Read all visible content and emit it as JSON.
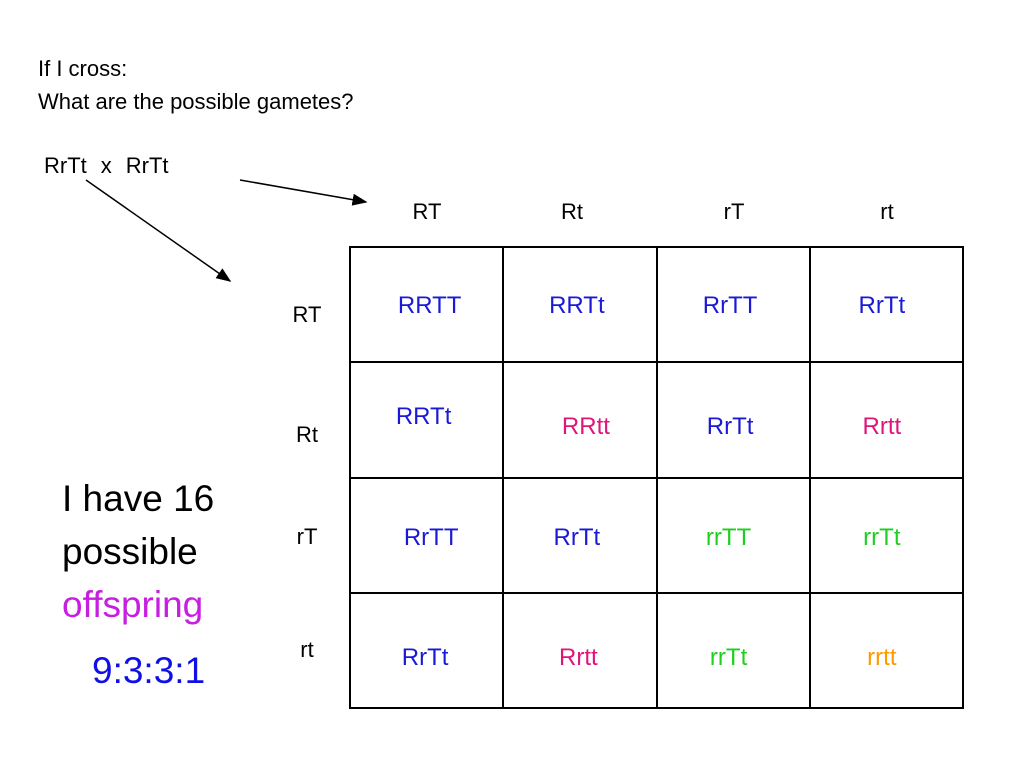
{
  "question": {
    "line1": "If I cross:",
    "line2": "What are the possible gametes?"
  },
  "cross": {
    "parent1": "RrTt",
    "operator": "x",
    "parent2": "RrTt"
  },
  "gametes": {
    "columns": [
      "RT",
      "Rt",
      "rT",
      "rt"
    ],
    "rows": [
      "RT",
      "Rt",
      "rT",
      "rt"
    ]
  },
  "punnett": {
    "cells": [
      [
        "RRTT",
        "RRTt",
        "RrTT",
        "RrTt"
      ],
      [
        "RRTt",
        "RRtt",
        "RrTt",
        "Rrtt"
      ],
      [
        "RrTT",
        "RrTt",
        "rrTT",
        "rrTt"
      ],
      [
        "RrTt",
        "Rrtt",
        "rrTt",
        "rrtt"
      ]
    ]
  },
  "summary": {
    "line1": "I have 16",
    "line2": "possible",
    "line3": "offspring"
  },
  "ratio": "9:3:3:1",
  "colors": {
    "dominant_both": "#1a1ad6",
    "dominant_r_only": "#e0157a",
    "dominant_t_only": "#1fcf1f",
    "recessive_both": "#ff9900",
    "offspring_word": "#c61fe0",
    "ratio": "#1010e6"
  }
}
